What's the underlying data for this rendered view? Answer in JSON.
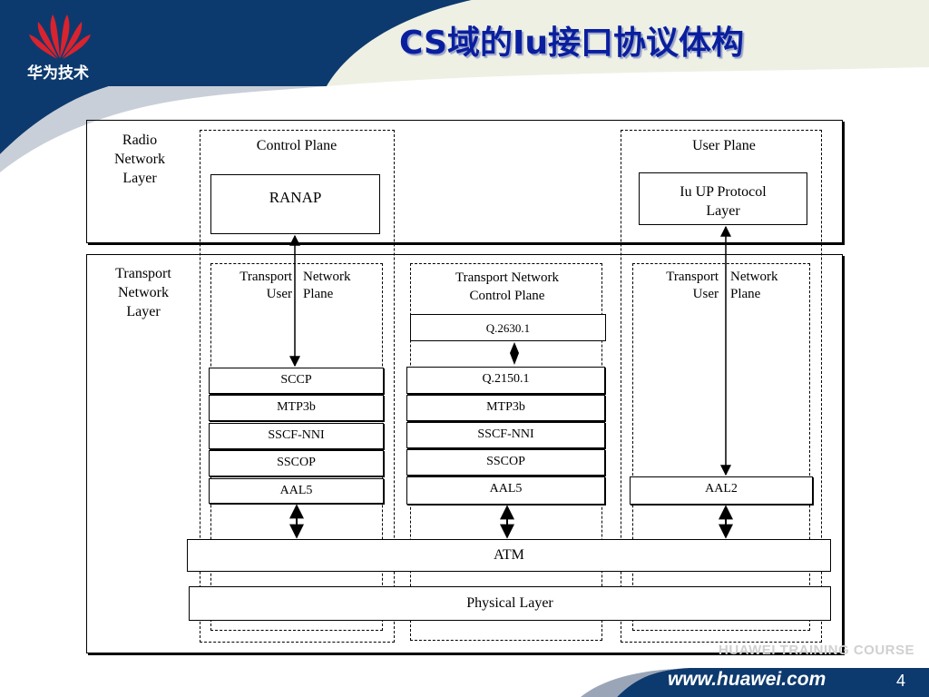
{
  "header": {
    "title": "CS域的Iu接口协议体构",
    "brand_text": "华为技术",
    "logo_icon": "huawei-petal-logo",
    "colors": {
      "navy": "#0d3a6e",
      "title": "#0a1f9e",
      "logo_red": "#d9232e"
    }
  },
  "diagram": {
    "radio_network_layer_label": "Radio\nNetwork\nLayer",
    "transport_network_layer_label": "Transport\nNetwork\nLayer",
    "control_plane": {
      "label": "Control Plane",
      "top_protocol": "RANAP",
      "transport_user_plane_label_left": "Transport\nUser",
      "transport_user_plane_label_right": "Network\nPlane",
      "stack": [
        "SCCP",
        "MTP3b",
        "SSCF-NNI",
        "SSCOP",
        "AAL5"
      ]
    },
    "transport_network_control_plane": {
      "label": "Transport Network\nControl Plane",
      "top_protocol": "Q.2630.1",
      "stack": [
        "Q.2150.1",
        "MTP3b",
        "SSCF-NNI",
        "SSCOP",
        "AAL5"
      ]
    },
    "user_plane": {
      "label": "User Plane",
      "top_protocol": "Iu UP Protocol\nLayer",
      "transport_user_plane_label_left": "Transport\nUser",
      "transport_user_plane_label_right": "Network\nPlane",
      "stack": [
        "AAL2"
      ]
    },
    "atm": "ATM",
    "physical_layer": "Physical Layer"
  },
  "footer": {
    "course": "HUAWEI TRAINING COURSE",
    "url": "www.huawei.com",
    "page_number": "4"
  }
}
